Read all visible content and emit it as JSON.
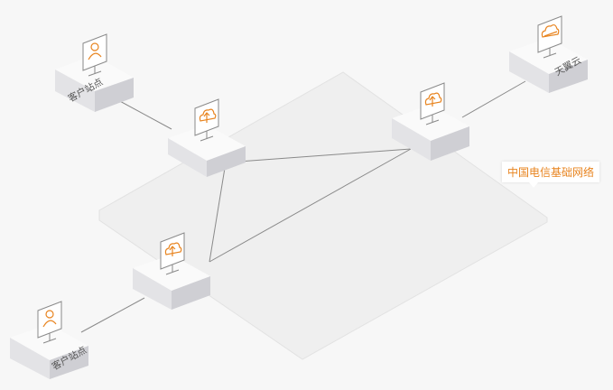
{
  "network_label": "中国电信基础网络",
  "sites": {
    "top_left_label": "客户站点",
    "bottom_left_label": "客户站点",
    "cloud_label": "天翼云"
  },
  "colors": {
    "background": "#f7f7f7",
    "platform": "#efefef",
    "box_top": "#fafafa",
    "box_front": "#e3e3e6",
    "box_side": "#cfcfd4",
    "icon_accent": "#e8841f",
    "icon_neutral": "#8a8a8a",
    "link_line": "#8a8a8a"
  },
  "icons": {
    "customer_site": "person-monitor-icon",
    "network_node": "cloud-upload-monitor-icon",
    "cloud": "cloud-monitor-icon"
  }
}
